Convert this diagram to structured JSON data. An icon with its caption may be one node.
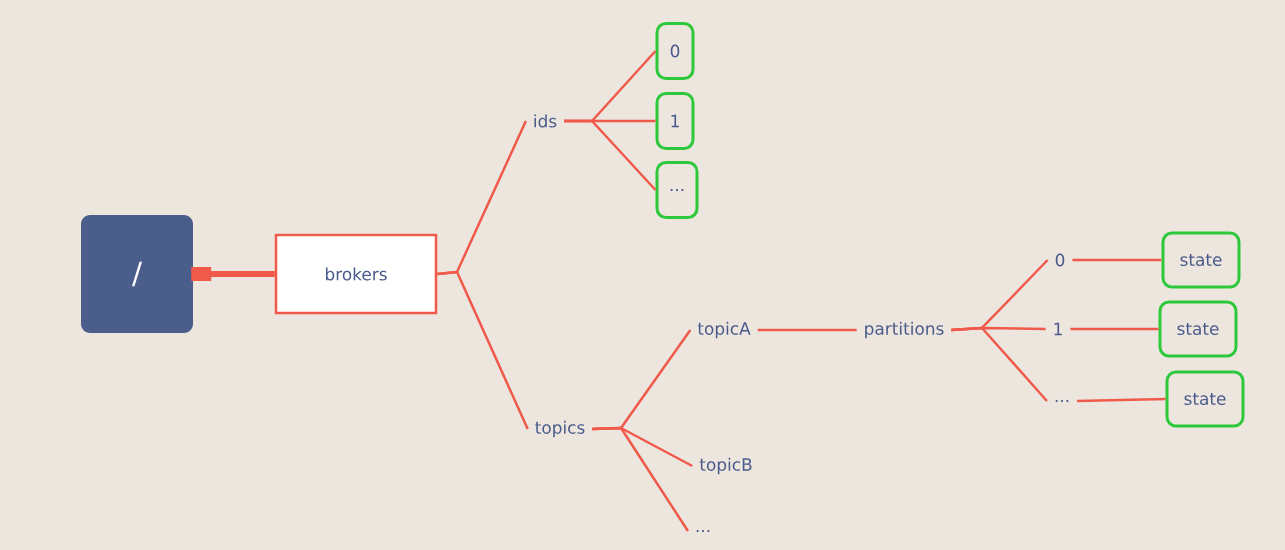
{
  "diagram": {
    "nodes": [
      {
        "text": [
          "/"
        ]
      },
      {
        "text": [
          "brokers"
        ]
      },
      {
        "text": [
          "ids"
        ]
      },
      {
        "text": [
          "0"
        ]
      },
      {
        "text": [
          "1"
        ]
      },
      {
        "text": [
          "..."
        ]
      },
      {
        "text": [
          "topics"
        ]
      },
      {
        "text": [
          "topicA"
        ]
      },
      {
        "text": [
          "topicB"
        ]
      },
      {
        "text": [
          "..."
        ]
      },
      {
        "text": [
          "partitions"
        ]
      },
      {
        "text": [
          "0"
        ]
      },
      {
        "text": [
          "1"
        ]
      },
      {
        "text": [
          "..."
        ]
      },
      {
        "text": [
          "state"
        ]
      },
      {
        "text": [
          "state"
        ]
      },
      {
        "text": [
          "state"
        ]
      }
    ],
    "edges": [
      {
        "from": 0,
        "to": 1,
        "arrow": "other",
        "style": "thick"
      },
      {
        "from": 1,
        "to": 2,
        "arrow": "none"
      },
      {
        "from": 1,
        "to": 6,
        "arrow": "none"
      },
      {
        "from": 2,
        "to": 3,
        "arrow": "none"
      },
      {
        "from": 2,
        "to": 4,
        "arrow": "none"
      },
      {
        "from": 2,
        "to": 5,
        "arrow": "none"
      },
      {
        "from": 6,
        "to": 7,
        "arrow": "none"
      },
      {
        "from": 6,
        "to": 8,
        "arrow": "none"
      },
      {
        "from": 6,
        "to": 9,
        "arrow": "none"
      },
      {
        "from": 7,
        "to": 10,
        "arrow": "none"
      },
      {
        "from": 10,
        "to": 11,
        "arrow": "none"
      },
      {
        "from": 10,
        "to": 12,
        "arrow": "none"
      },
      {
        "from": 10,
        "to": 13,
        "arrow": "none"
      },
      {
        "from": 11,
        "to": 14,
        "arrow": "none"
      },
      {
        "from": 12,
        "to": 15,
        "arrow": "none"
      },
      {
        "from": 13,
        "to": 16,
        "arrow": "none"
      }
    ]
  }
}
